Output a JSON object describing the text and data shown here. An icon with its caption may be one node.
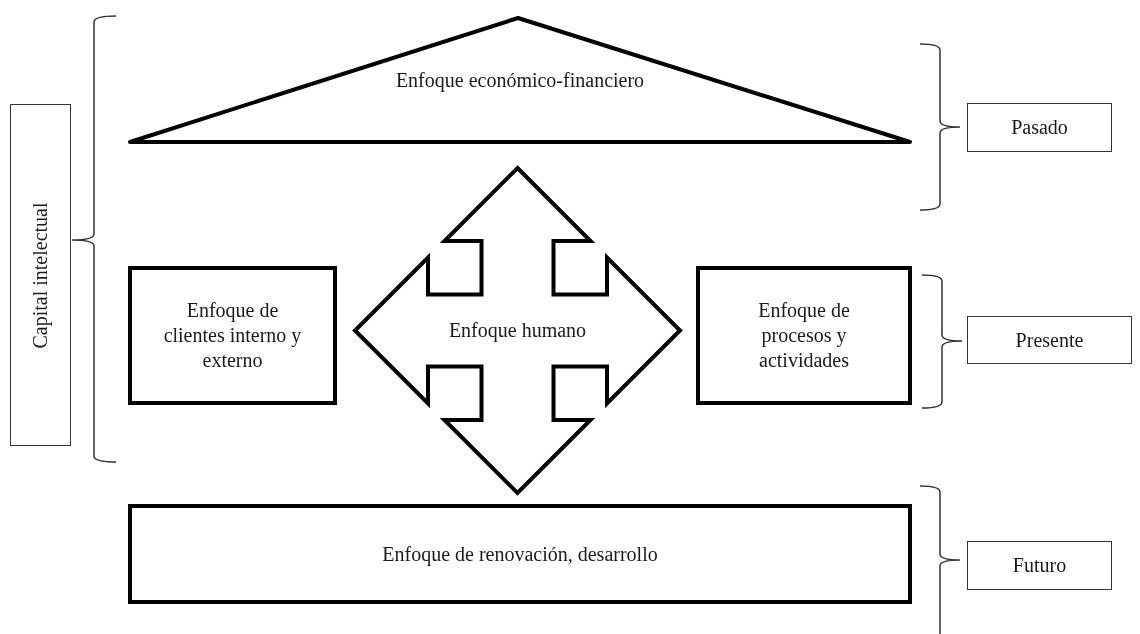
{
  "diagram": {
    "nodes": [
      {
        "text": [
          "Capital intelectual"
        ]
      },
      {
        "text": [
          "Enfoque económico-financiero"
        ]
      },
      {
        "text": [
          "Pasado"
        ]
      },
      {
        "text": [
          "Enfoque de clientes interno y externo"
        ]
      },
      {
        "text": [
          "Enfoque humano"
        ]
      },
      {
        "text": [
          "Enfoque de procesos y actividades"
        ]
      },
      {
        "text": [
          "Presente"
        ]
      },
      {
        "text": [
          "Enfoque de renovación, desarrollo"
        ]
      },
      {
        "text": [
          "Futuro"
        ]
      }
    ]
  }
}
